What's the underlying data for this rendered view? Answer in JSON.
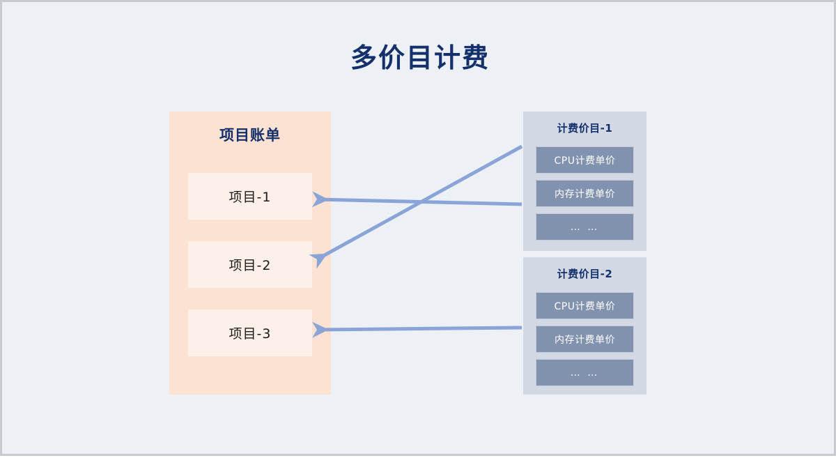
{
  "slide": {
    "title": "多价目计费",
    "background_color": "#edf1f5",
    "border_color": "#c7cad0",
    "title_color": "#13306b"
  },
  "bill_panel": {
    "title": "项目账单",
    "background_color": "#fbe2d2",
    "item_background_color": "#fdf0e8",
    "items": [
      {
        "label": "项目-1"
      },
      {
        "label": "项目-2"
      },
      {
        "label": "项目-3"
      }
    ]
  },
  "price_panels": [
    {
      "title": "计费价目-1",
      "background_color": "#d3d9e4",
      "item_background_color": "#8092ae",
      "items": [
        {
          "label": "CPU计费单价"
        },
        {
          "label": "内存计费单价"
        },
        {
          "label": "… …"
        }
      ]
    },
    {
      "title": "计费价目-2",
      "background_color": "#d3d9e4",
      "item_background_color": "#8092ae",
      "items": [
        {
          "label": "CPU计费单价"
        },
        {
          "label": "内存计费单价"
        },
        {
          "label": "… …"
        }
      ]
    }
  ],
  "arrows": {
    "color": "#8aa4d8",
    "connections": [
      {
        "from": "计费价目-1 / CPU计费单价",
        "to": "项目-2"
      },
      {
        "from": "计费价目-1 / 内存计费单价",
        "to": "项目-1"
      },
      {
        "from": "计费价目-2 / 内存计费单价",
        "to": "项目-3"
      }
    ]
  }
}
